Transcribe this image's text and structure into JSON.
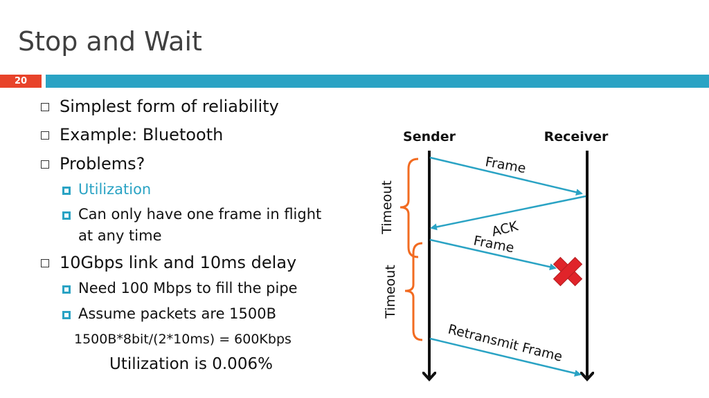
{
  "slide": {
    "title": "Stop and Wait",
    "number": "20"
  },
  "bullets": {
    "b1": "Simplest form of reliability",
    "b2": "Example: Bluetooth",
    "b3": "Problems?",
    "b3_1": "Utilization",
    "b3_2_line1": "Can only have one frame in flight",
    "b3_2_line2": "at any time",
    "b4": "10Gbps link and 10ms delay",
    "b4_1": "Need 100 Mbps to fill the pipe",
    "b4_2": "Assume packets are 1500B",
    "calc": "1500B*8bit/(2*10ms) = 600Kbps",
    "result": "Utilization is 0.006%"
  },
  "diagram": {
    "sender_label": "Sender",
    "receiver_label": "Receiver",
    "frame1_label": "Frame",
    "ack_label": "ACK",
    "frame2_label": "Frame",
    "retransmit_label": "Retransmit Frame",
    "timeout1_label": "Timeout",
    "timeout2_label": "Timeout",
    "colors": {
      "arrow": "#2aa3c4",
      "timeout_brace": "#f26b21",
      "lost_marker": "#e0242a"
    },
    "lost_icon": "red-x-lost-frame-icon"
  }
}
